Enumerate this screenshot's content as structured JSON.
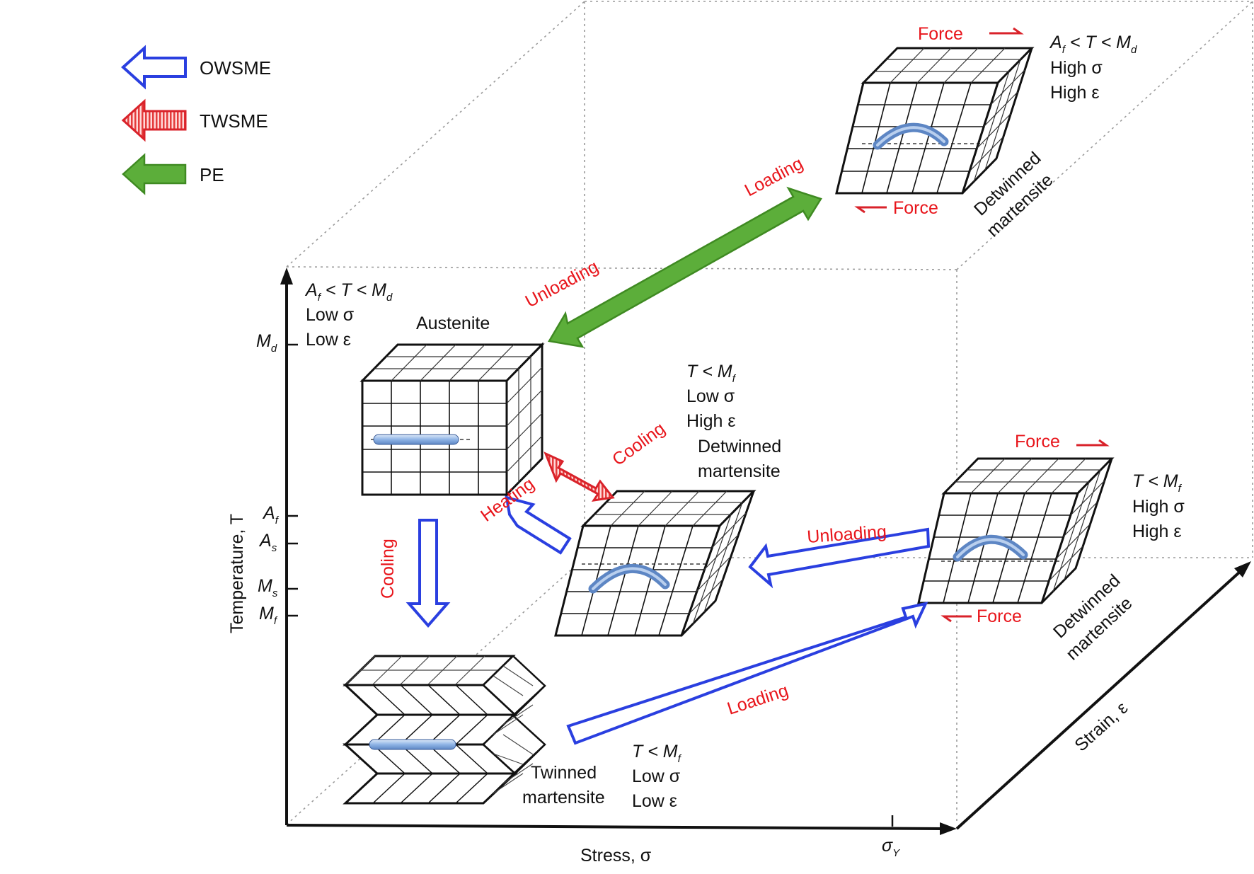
{
  "legend": [
    {
      "label": "OWSME",
      "color": "#2a3fe0"
    },
    {
      "label": "TWSME",
      "color": "#d9222a"
    },
    {
      "label": "PE",
      "color": "#3f9a24"
    }
  ],
  "axes": {
    "temperature": "Temperature, T",
    "stress": "Stress, σ",
    "strain": "Strain, ε",
    "stress_tick": "σY",
    "temperature_ticks": [
      "Md",
      "Af",
      "As",
      "Ms",
      "Mf"
    ]
  },
  "states": {
    "austenite": {
      "name": "Austenite",
      "cond": "Af < T < Md",
      "stress": "Low σ",
      "strain": "Low ε"
    },
    "twinned": {
      "name_line1": "Twinned",
      "name_line2": "martensite",
      "cond": "T < Mf",
      "stress": "Low σ",
      "strain": "Low ε"
    },
    "detwinned_center": {
      "name_line1": "Detwinned",
      "name_line2": "martensite",
      "cond": "T < Mf",
      "stress": "Low σ",
      "strain": "High ε"
    },
    "detwinned_right": {
      "name_line1": "Detwinned",
      "name_line2": "martensite",
      "cond": "T < Mf",
      "stress": "High σ",
      "strain": "High ε",
      "force_top": "Force",
      "force_bottom": "Force"
    },
    "detwinned_top": {
      "name_line1": "Detwinned",
      "name_line2": "martensite",
      "cond": "Af < T < Md",
      "stress": "High σ",
      "strain": "High ε",
      "force_top": "Force",
      "force_bottom": "Force"
    }
  },
  "process_labels": {
    "cooling_down": "Cooling",
    "heating": "Heating",
    "cooling_diag": "Cooling",
    "unloading_mid": "Unloading",
    "loading_bottom": "Loading",
    "loading_top": "Loading",
    "unloading_top": "Unloading"
  },
  "colors": {
    "owsme": "#2a3fe0",
    "twsme": "#d9222a",
    "pe": "#3f9a24",
    "pe_fill": "#5cae3a",
    "process_text": "#e8151b",
    "box_dots": "#9a9a9a",
    "rod": "#8fb4e6"
  }
}
